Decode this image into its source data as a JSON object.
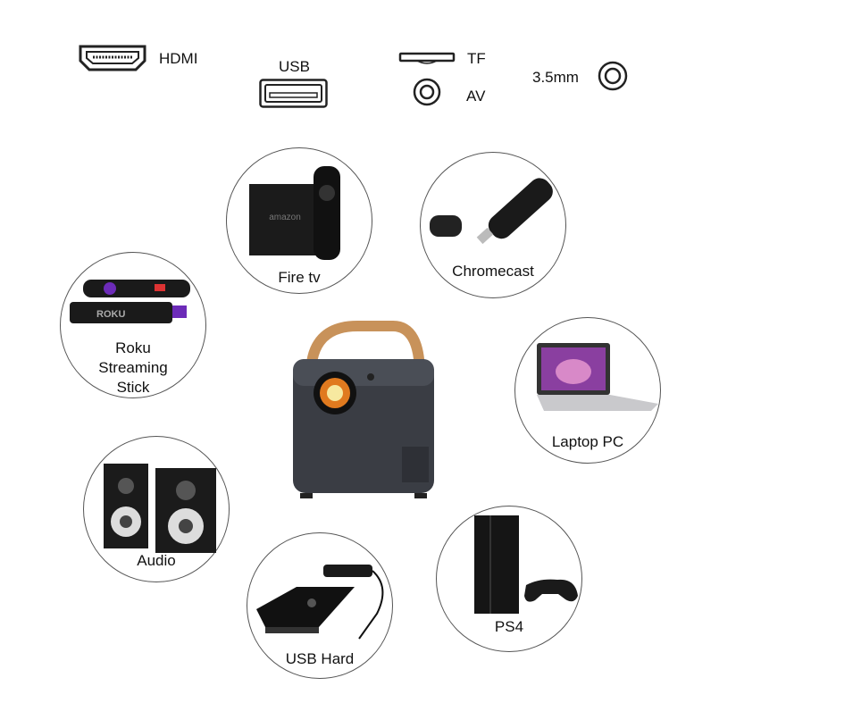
{
  "ports": {
    "hdmi": "HDMI",
    "usb": "USB",
    "tf": "TF",
    "av": "AV",
    "audio_jack": "3.5mm"
  },
  "devices": {
    "fire_tv": "Fire tv",
    "chromecast": "Chromecast",
    "roku_line1": "Roku",
    "roku_line2": "Streaming",
    "roku_line3": "Stick",
    "laptop": "Laptop PC",
    "audio": "Audio",
    "usb_hard": "USB Hard",
    "ps4": "PS4"
  },
  "logo_text": {
    "amazon": "amazon",
    "roku": "ROKU"
  },
  "colors": {
    "circle_border": "#555555",
    "device_dark": "#1c1c1c",
    "projector_body": "#3a3d44",
    "handle": "#c8925a",
    "roku_purple": "#6c2bb8"
  }
}
